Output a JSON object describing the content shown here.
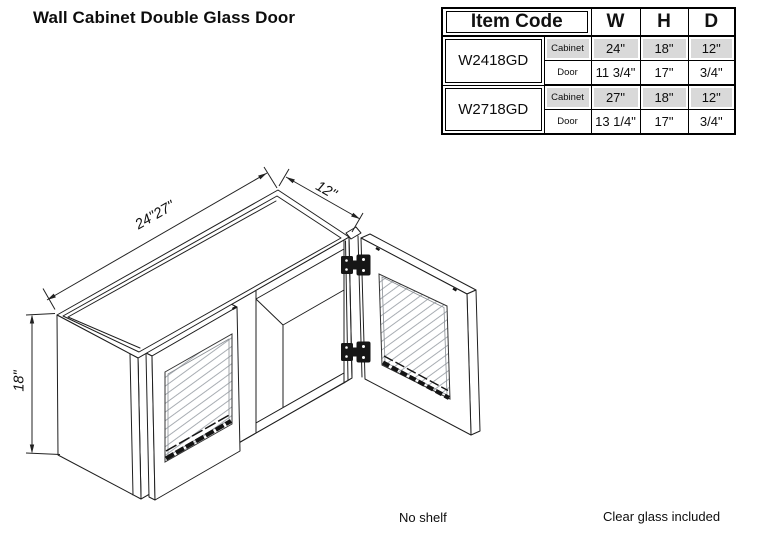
{
  "title": "Wall Cabinet Double Glass Door",
  "colors": {
    "line": "#1f1f1f",
    "shade": "#d9d9d9",
    "hatch": "#a8adb3"
  },
  "table": {
    "headers": {
      "item_code": "Item Code",
      "w": "W",
      "h": "H",
      "d": "D"
    },
    "row_labels": {
      "cabinet": "Cabinet",
      "door": "Door"
    },
    "rows": [
      {
        "code": "W2418GD",
        "cabinet": {
          "label": "Cabinet",
          "w": "24\"",
          "h": "18\"",
          "d": "12\""
        },
        "door": {
          "label": "Door",
          "w": "11 3/4\"",
          "h": "17\"",
          "d": "3/4\""
        }
      },
      {
        "code": "W2718GD",
        "cabinet": {
          "label": "Cabinet",
          "w": "27\"",
          "h": "18\"",
          "d": "12\""
        },
        "door": {
          "label": "Door",
          "w": "13 1/4\"",
          "h": "17\"",
          "d": "3/4\""
        }
      }
    ]
  },
  "drawing": {
    "dim_width": "24\"27\"",
    "dim_depth": "12\"",
    "dim_height": "18\""
  },
  "footnotes": {
    "shelf": "No shelf",
    "glass": "Clear glass included"
  }
}
